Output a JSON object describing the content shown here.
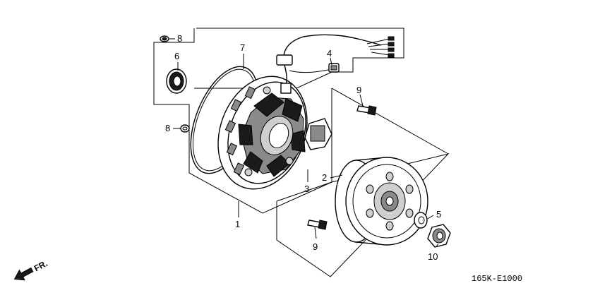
{
  "diagram": {
    "callouts": {
      "c1": "1",
      "c2": "2",
      "c3": "3",
      "c4": "4",
      "c5": "5",
      "c6": "6",
      "c7": "7",
      "c8a": "8",
      "c8b": "8",
      "c9a": "9",
      "c9b": "9",
      "c10": "10"
    },
    "front_indicator": "FR.",
    "diagram_code": "165K-E1000"
  }
}
